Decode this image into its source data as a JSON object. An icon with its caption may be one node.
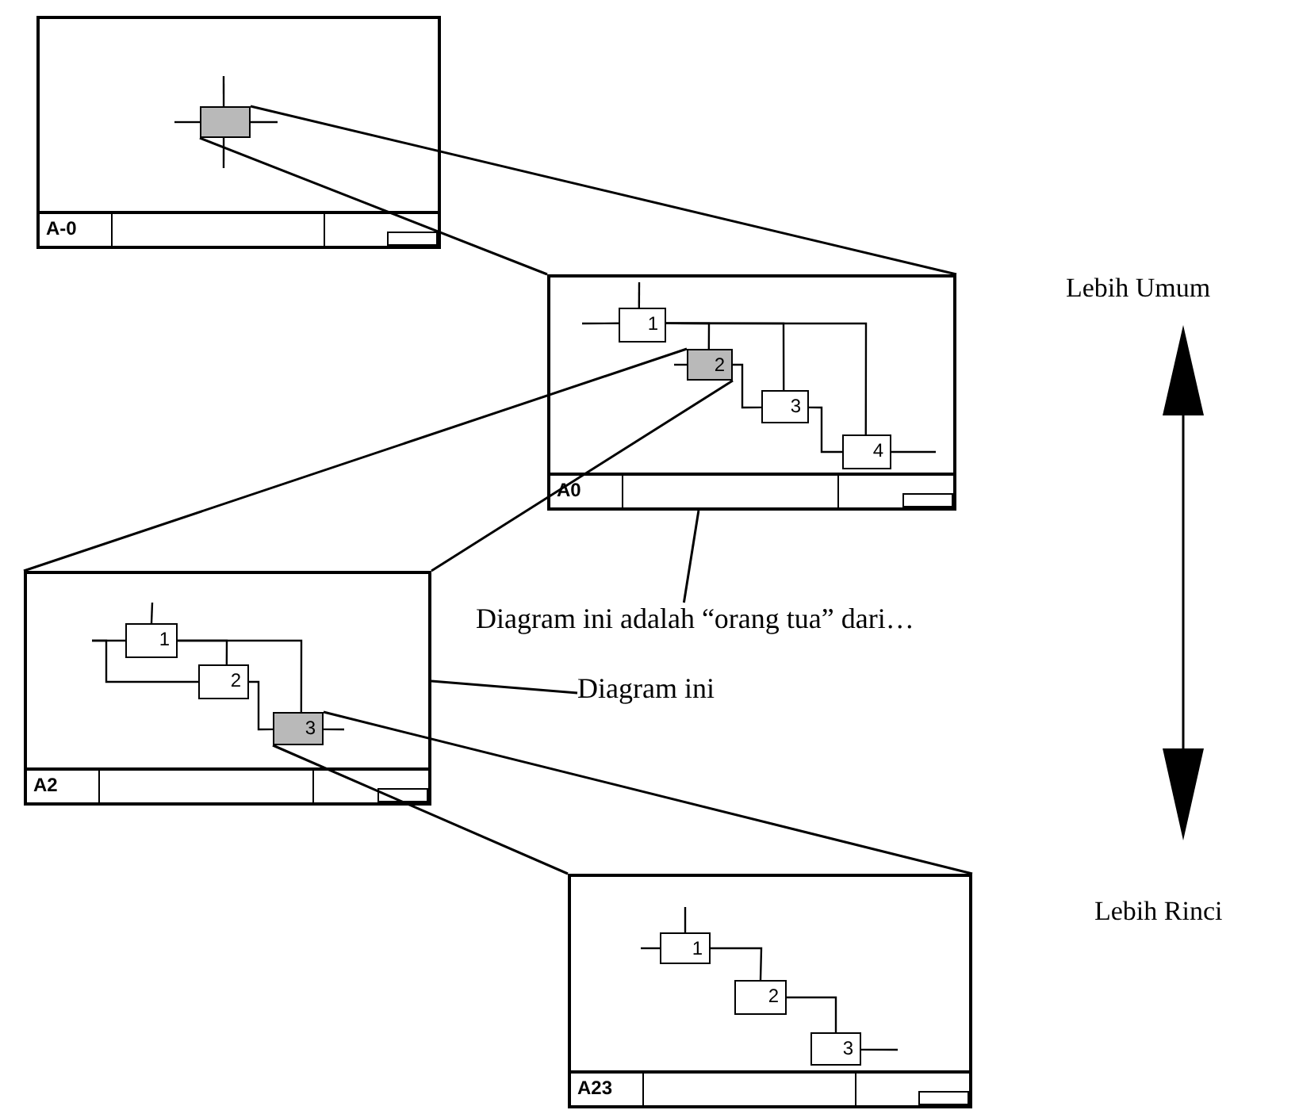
{
  "diagram": {
    "nodes": [
      {
        "text": [
          "A-0"
        ]
      },
      {
        "text": [],
        "shape": "box",
        "in": 0
      },
      {
        "text": [
          "A0"
        ]
      },
      {
        "text": [
          "1"
        ],
        "in": 2
      },
      {
        "text": [
          "2"
        ],
        "in": 2
      },
      {
        "text": [
          "3"
        ],
        "in": 2
      },
      {
        "text": [
          "4"
        ],
        "in": 2
      },
      {
        "text": [
          "A2"
        ]
      },
      {
        "text": [
          "1"
        ],
        "in": 7
      },
      {
        "text": [
          "2"
        ],
        "in": 7
      },
      {
        "text": [
          "3"
        ],
        "in": 7
      },
      {
        "text": [
          "A23"
        ]
      },
      {
        "text": [
          "1"
        ],
        "in": 11
      },
      {
        "text": [
          "2"
        ],
        "in": 11
      },
      {
        "text": [
          "3"
        ],
        "in": 11
      },
      {
        "text": [
          "Diagram ini adalah “orang tua” dari…"
        ]
      },
      {
        "text": [
          "Diagram ini"
        ]
      }
    ],
    "edges": [
      {
        "from": 1,
        "to": 2,
        "arrow": "none"
      },
      {
        "from": 1,
        "to": 2,
        "arrow": "none"
      },
      {
        "from": 4,
        "to": 7,
        "arrow": "none"
      },
      {
        "from": 4,
        "to": 7,
        "arrow": "none"
      },
      {
        "from": 10,
        "to": 11,
        "arrow": "none"
      },
      {
        "from": 10,
        "to": 11,
        "arrow": "none"
      },
      {
        "from": 15,
        "to": 2,
        "arrow": "none"
      },
      {
        "from": 16,
        "to": 7,
        "arrow": "none"
      },
      {
        "from": null,
        "to": 1,
        "arrow": "none"
      },
      {
        "from": null,
        "to": 1,
        "arrow": "none"
      },
      {
        "from": 1,
        "to": null,
        "arrow": "none"
      },
      {
        "from": null,
        "to": 1,
        "arrow": "none"
      },
      {
        "from": null,
        "to": 3,
        "arrow": "none"
      },
      {
        "from": null,
        "to": 3,
        "arrow": "none"
      },
      {
        "from": null,
        "to": 4,
        "arrow": "none"
      },
      {
        "from": 3,
        "to": 4,
        "arrow": "none"
      },
      {
        "from": 3,
        "to": 5,
        "arrow": "none"
      },
      {
        "from": 3,
        "to": 6,
        "arrow": "none"
      },
      {
        "from": 4,
        "to": 5,
        "arrow": "none"
      },
      {
        "from": 5,
        "to": 6,
        "arrow": "none"
      },
      {
        "from": 6,
        "to": null,
        "arrow": "none"
      },
      {
        "from": null,
        "to": 8,
        "arrow": "none"
      },
      {
        "from": null,
        "to": 8,
        "arrow": "none"
      },
      {
        "from": null,
        "to": 9,
        "arrow": "none"
      },
      {
        "from": 8,
        "to": 9,
        "arrow": "none"
      },
      {
        "from": 8,
        "to": 10,
        "arrow": "none"
      },
      {
        "from": 9,
        "to": 10,
        "arrow": "none"
      },
      {
        "from": 10,
        "to": null,
        "arrow": "none"
      },
      {
        "from": null,
        "to": 12,
        "arrow": "none"
      },
      {
        "from": null,
        "to": 12,
        "arrow": "none"
      },
      {
        "from": 12,
        "to": 13,
        "arrow": "none"
      },
      {
        "from": 13,
        "to": 14,
        "arrow": "none"
      },
      {
        "from": 14,
        "to": null,
        "arrow": "none"
      }
    ],
    "labels": [
      "Lebih Umum",
      "Lebih Rinci"
    ]
  }
}
